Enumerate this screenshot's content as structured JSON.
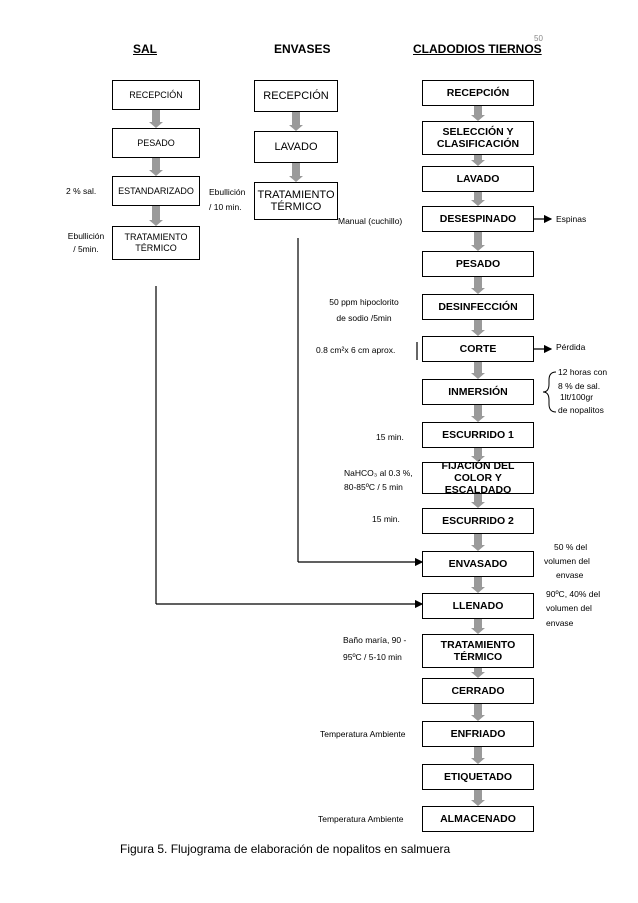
{
  "page_number": "50",
  "columns": {
    "sal": "SAL",
    "envases": "ENVASES",
    "cladodios": "CLADODIOS TIERNOS"
  },
  "sal_steps": [
    "RECEPCIÓN",
    "PESADO",
    "ESTANDARIZADO",
    "TRATAMIENTO TÉRMICO"
  ],
  "sal_notes": {
    "standardize": "2 % sal.",
    "boil_1": "Ebullición",
    "boil_2": "/ 5min."
  },
  "envases_steps": [
    "RECEPCIÓN",
    "LAVADO",
    "TRATAMIENTO TÉRMICO"
  ],
  "envases_notes": {
    "boil_1": "Ebullición",
    "boil_2": "/ 10 min."
  },
  "main_steps": [
    "RECEPCIÓN",
    "SELECCIÓN Y CLASIFICACIÓN",
    "LAVADO",
    "DESESPINADO",
    "PESADO",
    "DESINFECCIÓN",
    "CORTE",
    "INMERSIÓN",
    "ESCURRIDO 1",
    "FIJACIÓN DEL COLOR Y ESCALDADO",
    "ESCURRIDO 2",
    "ENVASADO",
    "LLENADO",
    "TRATAMIENTO TÉRMICO",
    "CERRADO",
    "ENFRIADO",
    "ETIQUETADO",
    "ALMACENADO"
  ],
  "left_notes": {
    "desespinado": "Manual (cuchillo)",
    "desinfeccion_1": "50 ppm hipoclorito",
    "desinfeccion_2": "de sodio /5min",
    "corte": "0.8 cm²x 6 cm aprox.",
    "escurrido1": "15 min.",
    "fijacion_1": "NaHCO₃ al 0.3 %,",
    "fijacion_2": "80-85ºC / 5 min",
    "escurrido2": "15 min.",
    "tratamiento_1": "Baño maría, 90 -",
    "tratamiento_2": "95ºC / 5-10 min",
    "enfriado": "Temperatura Ambiente",
    "almacenado": "Temperatura Ambiente"
  },
  "right_notes": {
    "espinas": "Espinas",
    "perdida": "Pérdida",
    "inmersion_1": "12 horas con",
    "inmersion_2": "8 % de sal.",
    "inmersion_3": "1lt/100gr",
    "inmersion_4": "de nopalitos",
    "envasado_1": "50 % del",
    "envasado_2": "volumen del",
    "envasado_3": "envase",
    "llenado_1": "90ºC, 40% del",
    "llenado_2": "volumen del",
    "llenado_3": "envase"
  },
  "caption": "Figura 5. Flujograma de elaboración de nopalitos en salmuera"
}
